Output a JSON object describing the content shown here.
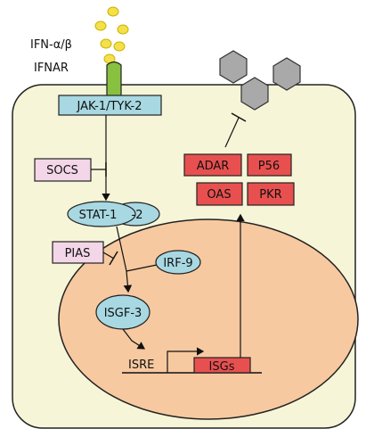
{
  "ligand": {
    "label": "IFN-α/β"
  },
  "receptor": {
    "label": "IFNAR"
  },
  "kinase": {
    "label": "JAK-1/TYK-2"
  },
  "inhibitors": {
    "socs": "SOCS",
    "pias": "PIAS"
  },
  "stat": {
    "stat1": "STAT-1",
    "stat2": "-2"
  },
  "irf": {
    "label": "IRF-9"
  },
  "complex": {
    "label": "ISGF-3"
  },
  "dna": {
    "promoter": "ISRE",
    "genes": "ISGs"
  },
  "effectors": {
    "adar": "ADAR",
    "p56": "P56",
    "oas": "OAS",
    "pkr": "PKR"
  },
  "colors": {
    "cell_fill": "#f7f5d8",
    "nucleus_fill": "#f7c9a0",
    "ellipse_fill": "#a8d8e2",
    "box_fill": "#a8d8e2",
    "inhibitor_fill": "#f3d6e8",
    "effector_fill": "#e85050",
    "receptor_fill": "#88c040",
    "ligand_fill": "#f5e04a",
    "virus_fill": "#a9a9a9"
  }
}
